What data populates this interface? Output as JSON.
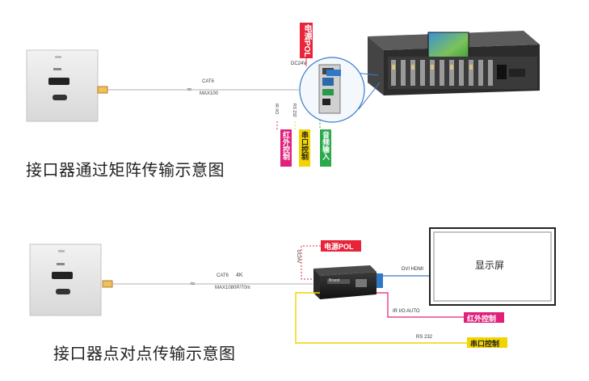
{
  "diagram1": {
    "title": "接口器通过矩阵传输示意图",
    "cable_label_1": "CAT6",
    "cable_label_2": "MAX100",
    "power_label": "电源POL",
    "dc_label": "DC24V",
    "ir_label": "IR I/O",
    "rs_label": "RS 232",
    "badge_ir": "红外控制",
    "badge_serial": "串口控制",
    "badge_audio": "音频输入"
  },
  "diagram2": {
    "title": "接口器点对点传输示意图",
    "cable_label_1": "CAT6",
    "cable_label_4k": "4K",
    "cable_label_2": "MAX1080P/70m",
    "power_label": "电源POL",
    "dc_label": "DC24V",
    "dvi_label": "DVI HDMI",
    "ir_label": "IR I/O AUTO",
    "rs_label": "RS 232",
    "display_label": "显示屏",
    "badge_ir": "红外控制",
    "badge_serial": "串口控制",
    "device_text": "Brand"
  },
  "colors": {
    "power_red": "#e8243a",
    "ir_pink": "#e0207a",
    "serial_yellow": "#f2d400",
    "audio_green": "#2aa84a",
    "blue_line": "#3a7cc8"
  }
}
